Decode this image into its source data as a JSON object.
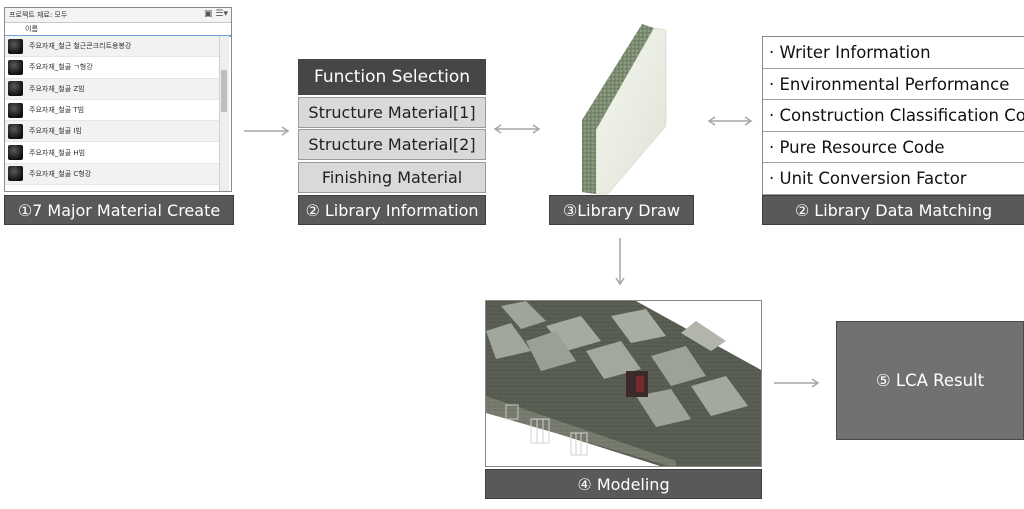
{
  "panel": {
    "header": "프로젝트 재료: 모두",
    "column": "이름",
    "items": [
      "주요자재_철근 철근콘크리트용봉강",
      "주요자재_철골 ㄱ형강",
      "주요자재_철골 Z빔",
      "주요자재_철골 T빔",
      "주요자재_철골 I빔",
      "주요자재_철골 H빔",
      "주요자재_철골 C형강"
    ]
  },
  "labels": {
    "step1": "①7 Major Material Create",
    "step2": "② Library Information",
    "step3": "③Library Draw",
    "step2b": "② Library Data Matching",
    "step4": "④ Modeling",
    "step5": "⑤ LCA Result"
  },
  "function_box": {
    "title": "Function Selection",
    "items": [
      "Structure Material[1]",
      "Structure Material[2]",
      "Finishing Material"
    ]
  },
  "data_list": [
    "· Writer Information",
    "· Environmental Performance",
    "· Construction Classification Code",
    "· Pure Resource Code",
    "· Unit Conversion Factor"
  ],
  "colors": {
    "label_bg": "#595959",
    "title_bg": "#464646",
    "item_bg": "#d9d9d9",
    "lca_bg": "#717171"
  }
}
